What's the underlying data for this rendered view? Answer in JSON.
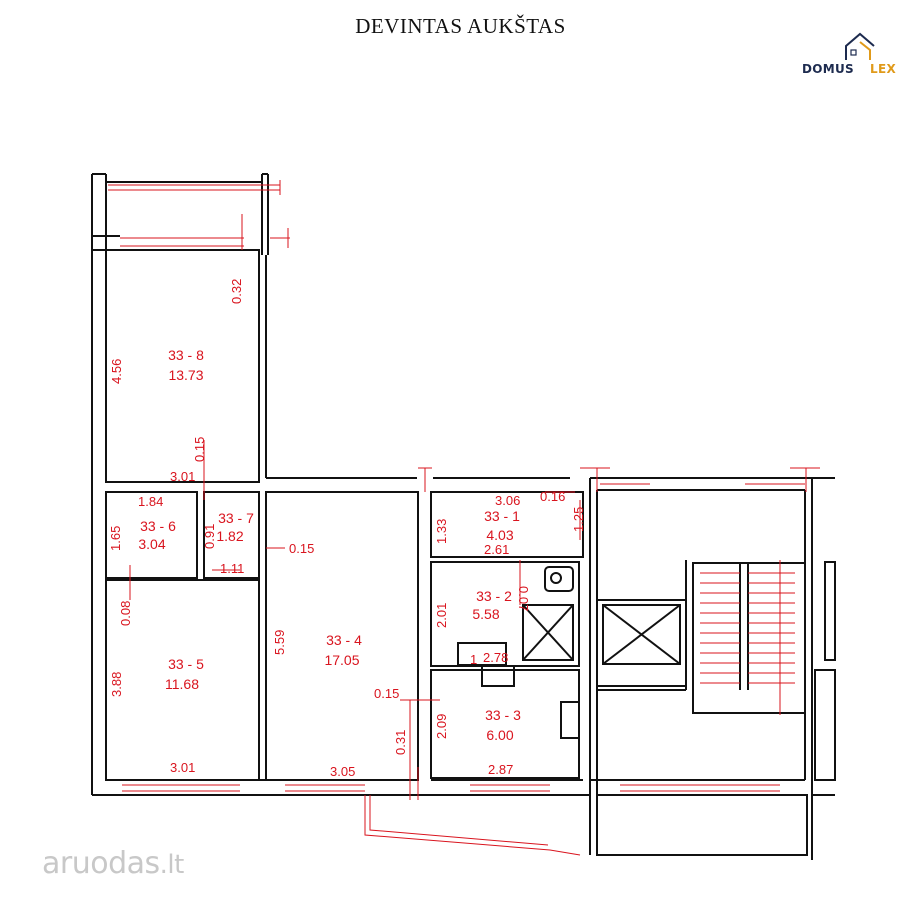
{
  "title": "DEVINTAS AUKŠTAS",
  "logo": {
    "part1": "DOMUS",
    "part2": "LEX"
  },
  "watermark": {
    "name": "aruodas",
    "tld": ".lt"
  },
  "colors": {
    "walls": "#111111",
    "dimensions": "#d9141e",
    "logo_dark": "#1d2b4f",
    "logo_accent": "#e09a1a"
  },
  "rooms": [
    {
      "id": "33 - 8",
      "area": "13.73"
    },
    {
      "id": "33 - 6",
      "area": "3.04"
    },
    {
      "id": "33 - 7",
      "area": "1.82"
    },
    {
      "id": "33 - 5",
      "area": "11.68"
    },
    {
      "id": "33 - 4",
      "area": "17.05"
    },
    {
      "id": "33 - 1",
      "area": "4.03"
    },
    {
      "id": "33 - 2",
      "area": "5.58"
    },
    {
      "id": "33 - 3",
      "area": "6.00"
    }
  ],
  "dimensions": {
    "d_032": "0.32",
    "d_456": "4.56",
    "d_015a": "0.15",
    "d_301a": "3.01",
    "d_184": "1.84",
    "d_165": "1.65",
    "d_091": "0.91",
    "d_015b": "0.15",
    "d_111": "1.11",
    "d_008": "0.08",
    "d_559": "5.59",
    "d_388": "3.88",
    "d_301b": "3.01",
    "d_305": "3.05",
    "d_031": "0.31",
    "d_015c": "0.15",
    "d_306": "3.06",
    "d_016": "0.16",
    "d_125": "1.25",
    "d_133": "1.33",
    "d_261": "2.61",
    "d_007": "0.07",
    "d_201": "2.01",
    "d_278": "2.78",
    "d_209": "2.09",
    "d_287": "2.87",
    "d_1": "1"
  }
}
